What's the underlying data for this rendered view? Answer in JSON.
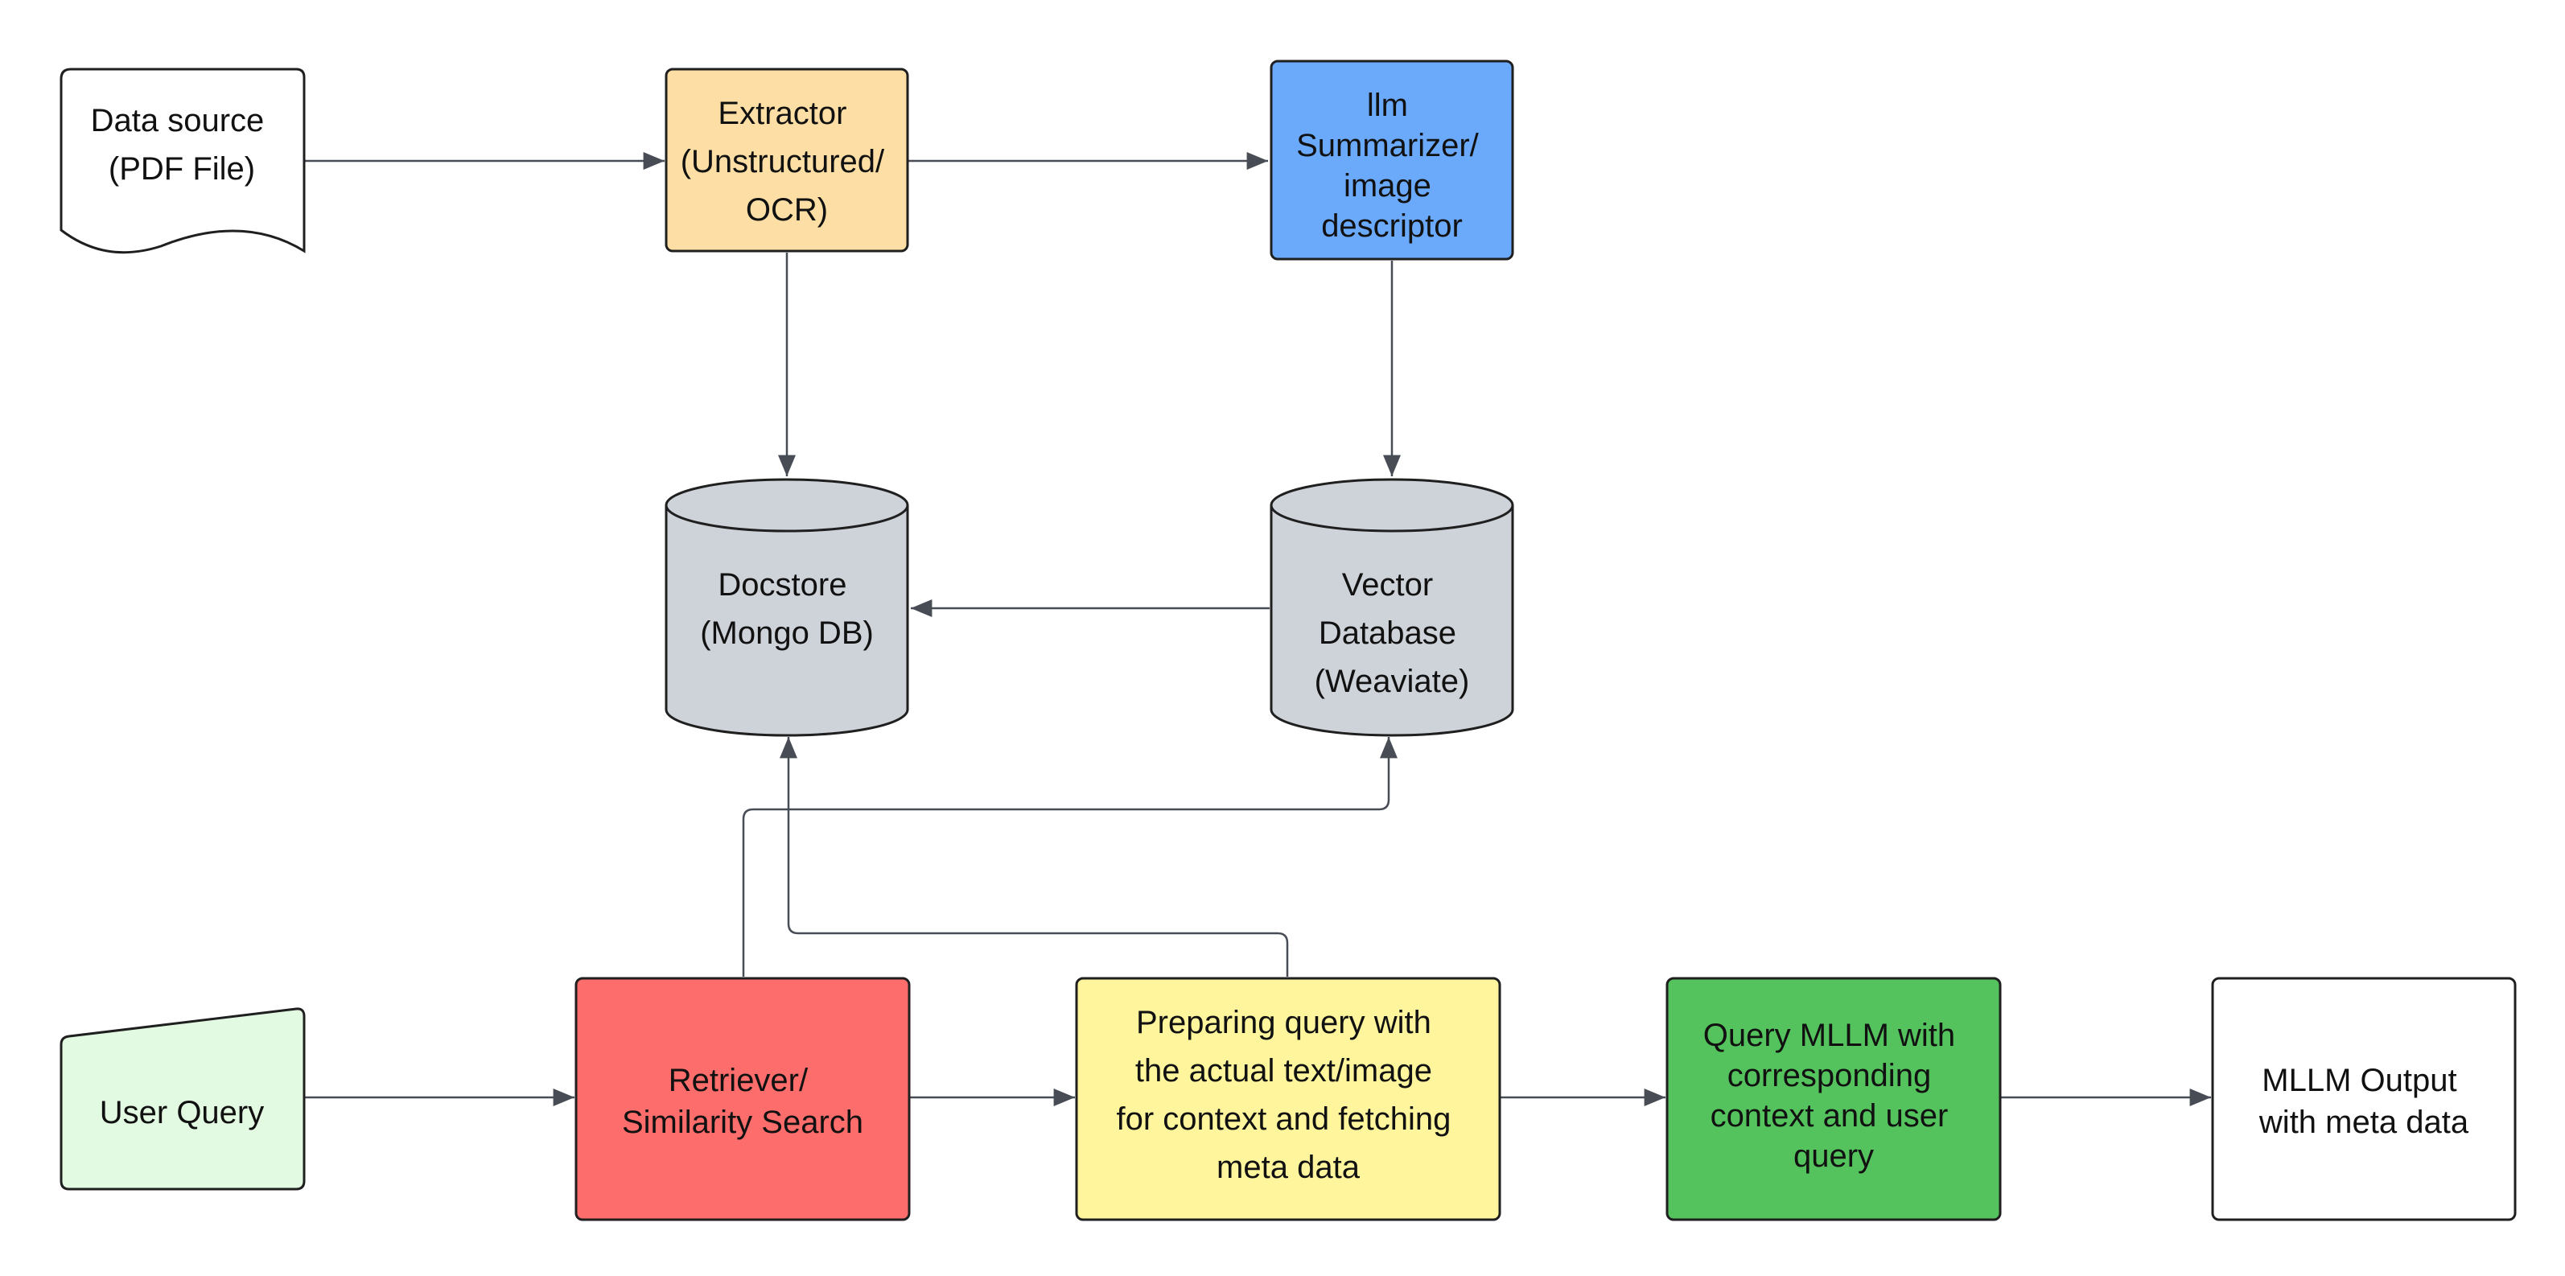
{
  "nodes": {
    "data_source": {
      "lines": [
        "Data source",
        "(PDF File)"
      ],
      "fill": "#ffffff"
    },
    "extractor": {
      "lines": [
        "Extractor",
        "(Unstructured/",
        "OCR)"
      ],
      "fill": "#fddfa6"
    },
    "summarizer": {
      "lines": [
        "llm",
        "Summarizer/",
        "image",
        "descriptor"
      ],
      "fill": "#6baafb"
    },
    "docstore": {
      "lines": [
        "Docstore",
        "(Mongo DB)"
      ],
      "fill": "#ced2d9"
    },
    "vector_db": {
      "lines": [
        "Vector",
        "Database",
        "(Weaviate)"
      ],
      "fill": "#ced2d9"
    },
    "user_query": {
      "lines": [
        "User Query"
      ],
      "fill": "#e3fae2"
    },
    "retriever": {
      "lines": [
        "Retriever/",
        "Similarity Search"
      ],
      "fill": "#fd6d6c"
    },
    "prepare_query": {
      "lines": [
        "Preparing query with",
        "the actual text/image",
        "for context and fetching",
        "meta data"
      ],
      "fill": "#fef59d"
    },
    "query_mllm": {
      "lines": [
        "Query MLLM with",
        "corresponding",
        "context and user",
        "query"
      ],
      "fill": "#54c35d"
    },
    "mllm_output": {
      "lines": [
        "MLLM Output",
        "with meta data"
      ],
      "fill": "#ffffff"
    }
  },
  "colors": {
    "stroke": "#1f1f1f",
    "edge": "#474c55"
  }
}
